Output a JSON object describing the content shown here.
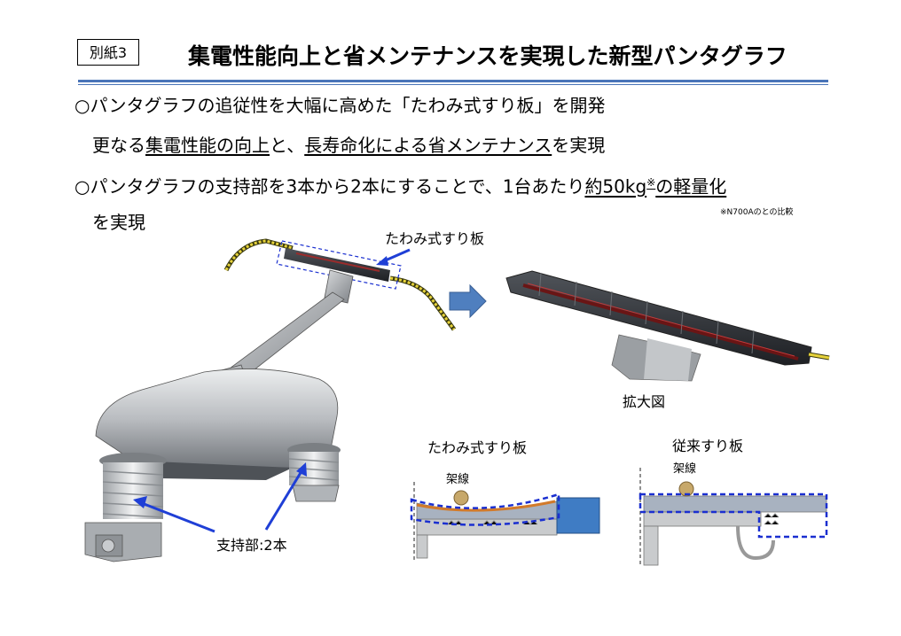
{
  "header": {
    "tag": "別紙3",
    "title": "集電性能向上と省メンテナンスを実現した新型パンタグラフ"
  },
  "bullets": {
    "b1_marker": "○",
    "b1_text": "パンタグラフの追従性を大幅に高めた「たわみ式すり板」を開発",
    "b2_pre": "更なる",
    "b2_u1": "集電性能の向上",
    "b2_mid": "と、",
    "b2_u2": "長寿命化による省メンテナンス",
    "b2_post": "を実現",
    "b3_marker": "○",
    "b3_pre": "パンタグラフの支持部を3本から2本にすることで、1台あたり",
    "b3_u": "約50kg",
    "b3_sup": "※",
    "b3_u2": "の軽量化",
    "b3_cont": "を実現",
    "note": "※N700Aのとの比較"
  },
  "labels": {
    "flex_strip_top": "たわみ式すり板",
    "enlarged": "拡大図",
    "support": "支持部:2本",
    "flex_strip_diagram": "たわみ式すり板",
    "conventional_strip": "従来すり板",
    "overhead_wire_1": "架線",
    "overhead_wire_2": "架線"
  },
  "colors": {
    "rule": "#4a74b8",
    "arrow": "#1f3fd6",
    "dashed_box": "#1a2fd0",
    "block_arrow": "#4f7fbf",
    "wire": "#e6d23a"
  }
}
